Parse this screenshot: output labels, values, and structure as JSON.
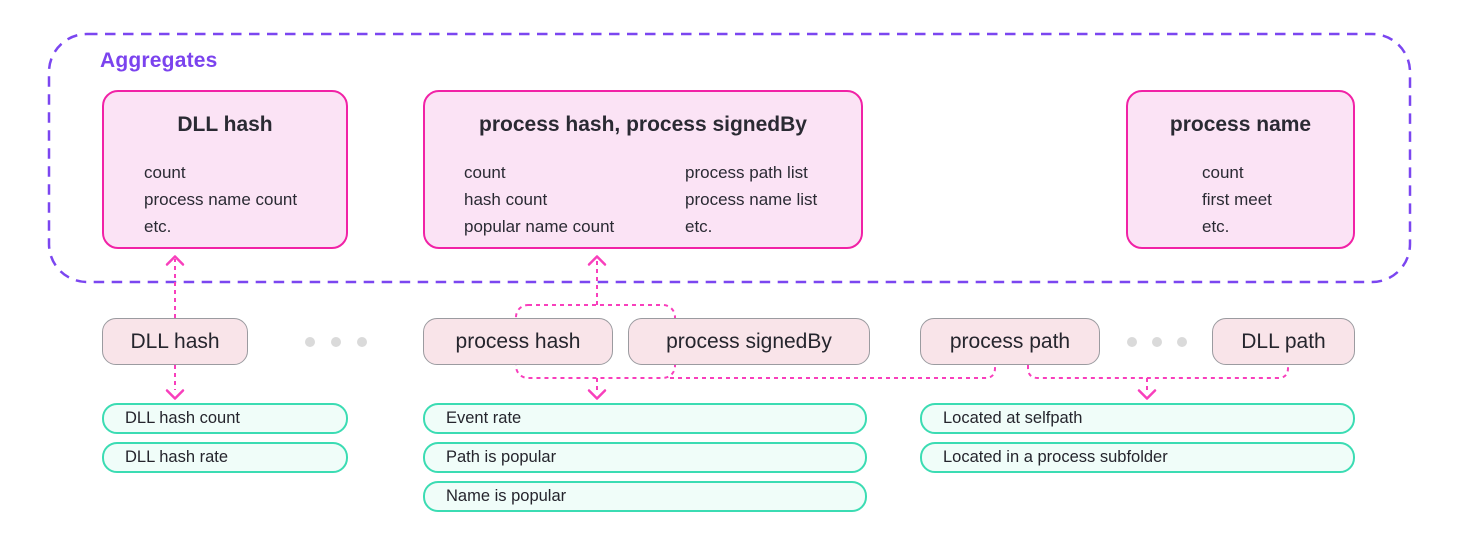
{
  "panel": {
    "label": "Aggregates",
    "boxes": [
      {
        "title": "DLL hash",
        "items": [
          "count",
          "process name count",
          "etc."
        ]
      },
      {
        "title": "process hash, process signedBy",
        "columns": [
          [
            "count",
            "hash count",
            "popular name count"
          ],
          [
            "process path list",
            "process name list",
            "etc."
          ]
        ]
      },
      {
        "title": "process name",
        "items": [
          "count",
          "first meet",
          "etc."
        ]
      }
    ]
  },
  "tags": [
    {
      "label": "DLL hash"
    },
    {
      "label": "process hash"
    },
    {
      "label": "process signedBy"
    },
    {
      "label": "process path"
    },
    {
      "label": "DLL path"
    }
  ],
  "features": {
    "columns": [
      {
        "items": [
          "DLL hash count",
          "DLL hash rate"
        ]
      },
      {
        "items": [
          "Event rate",
          "Path is popular",
          "Name is popular"
        ]
      },
      {
        "items": [
          "Located at selfpath",
          "Located in a process subfolder"
        ]
      }
    ]
  },
  "icons": {
    "ellipsis_dots": "three-dots-ellipsis",
    "arrow_up": "chevron-arrow-up",
    "arrow_down": "chevron-arrow-down"
  },
  "colors": {
    "purple_accent": "#7B43EE",
    "magenta_border": "#F122A6",
    "arrow_magenta": "#F83FBC",
    "aggregate_fill": "#FBE3F5",
    "tag_fill": "#F9E4E9",
    "tag_border": "#9B9BA0",
    "green_border": "#3BDCB3",
    "green_fill": "#F0FDF9",
    "dot_gray": "#DADADA",
    "text": "#25252D"
  }
}
